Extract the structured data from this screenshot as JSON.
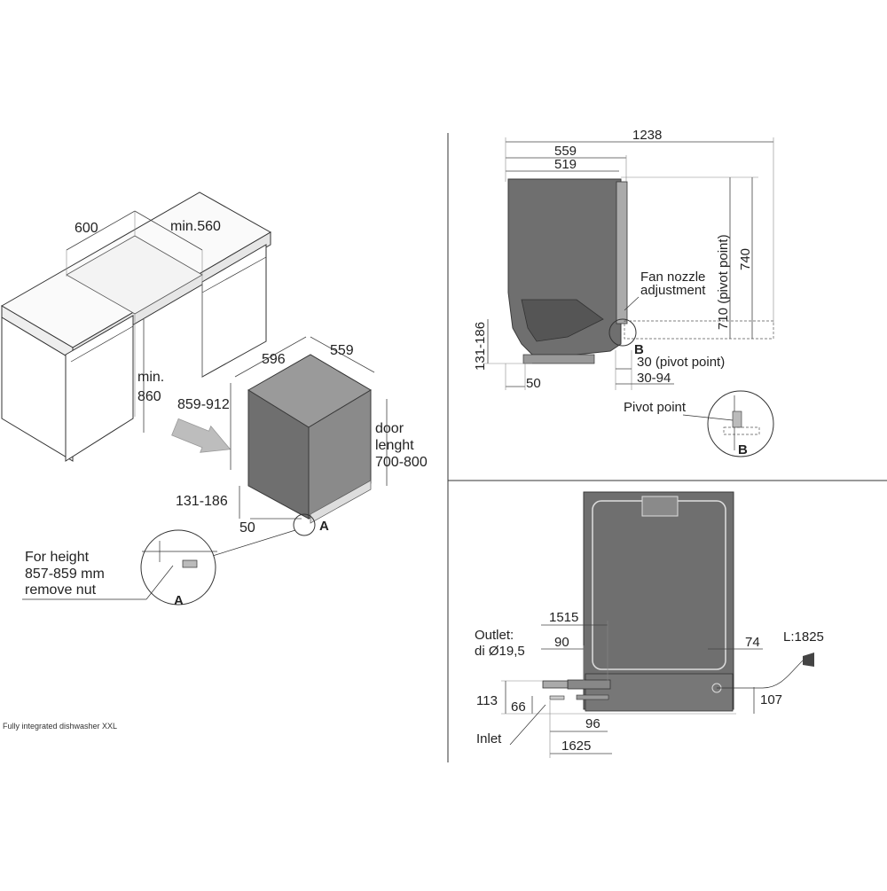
{
  "caption": "Fully integrated dishwasher XXL",
  "iso": {
    "niche_width": "600",
    "niche_depth": "min.560",
    "niche_height": "min.\n860",
    "appliance_width": "596",
    "appliance_depth": "559",
    "appliance_height": "859-912",
    "door_length": "door\nlenght\n700-800",
    "plinth_height": "131-186",
    "plinth_depth": "50",
    "detail_marker": "A",
    "note": "For height\n857-859 mm\nremove nut",
    "detail_label": "A"
  },
  "side": {
    "overall_with_door": "1238",
    "depth": "559",
    "depth_inner": "519",
    "pivot_height": "710 (pivot point)",
    "height": "740",
    "fan_note": "Fan nozzle\nadjustment",
    "plinth_height": "131-186",
    "plinth_depth": "50",
    "pivot_offset": "30 (pivot point)",
    "pivot_range": "30-94",
    "detail_marker": "B",
    "pivot_label": "Pivot point",
    "detail_label": "B"
  },
  "rear": {
    "outlet_label": "Outlet:\ndi Ø19,5",
    "dim_1515": "1515",
    "dim_90": "90",
    "dim_74": "74",
    "cable_length": "L:1825",
    "dim_113": "113",
    "dim_66": "66",
    "dim_107": "107",
    "dim_96": "96",
    "inlet_label": "Inlet",
    "dim_1625": "1625"
  }
}
